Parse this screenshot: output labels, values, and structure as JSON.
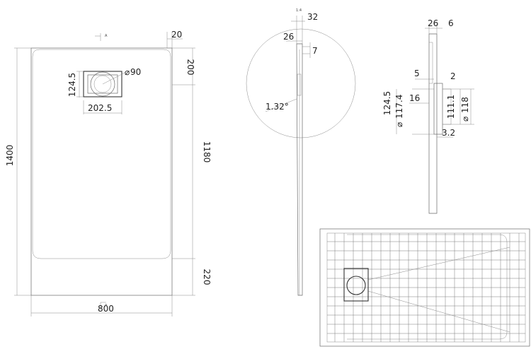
{
  "plan_view": {
    "overall_length": "1400",
    "inner_length": "1180",
    "width": "800",
    "end_zone": "220",
    "edge": "20",
    "drain_offset": "200",
    "drain_width": "202.5",
    "drain_height": "124.5",
    "drain_diameter": "90",
    "section_marker": "A"
  },
  "side_section": {
    "thickness": "32",
    "wall": "26",
    "drop": "7",
    "slope": "1.32°",
    "ratio": "1:4"
  },
  "drain_section": {
    "top_thickness": "26",
    "top_gap": "6",
    "left": "5",
    "right": "2",
    "depth": "16",
    "height": "124.5",
    "inner_diameter": "117.4",
    "height2": "111.1",
    "outer_diameter": "118",
    "bottom": "3.2"
  },
  "symbols": {
    "diameter": "⌀"
  }
}
